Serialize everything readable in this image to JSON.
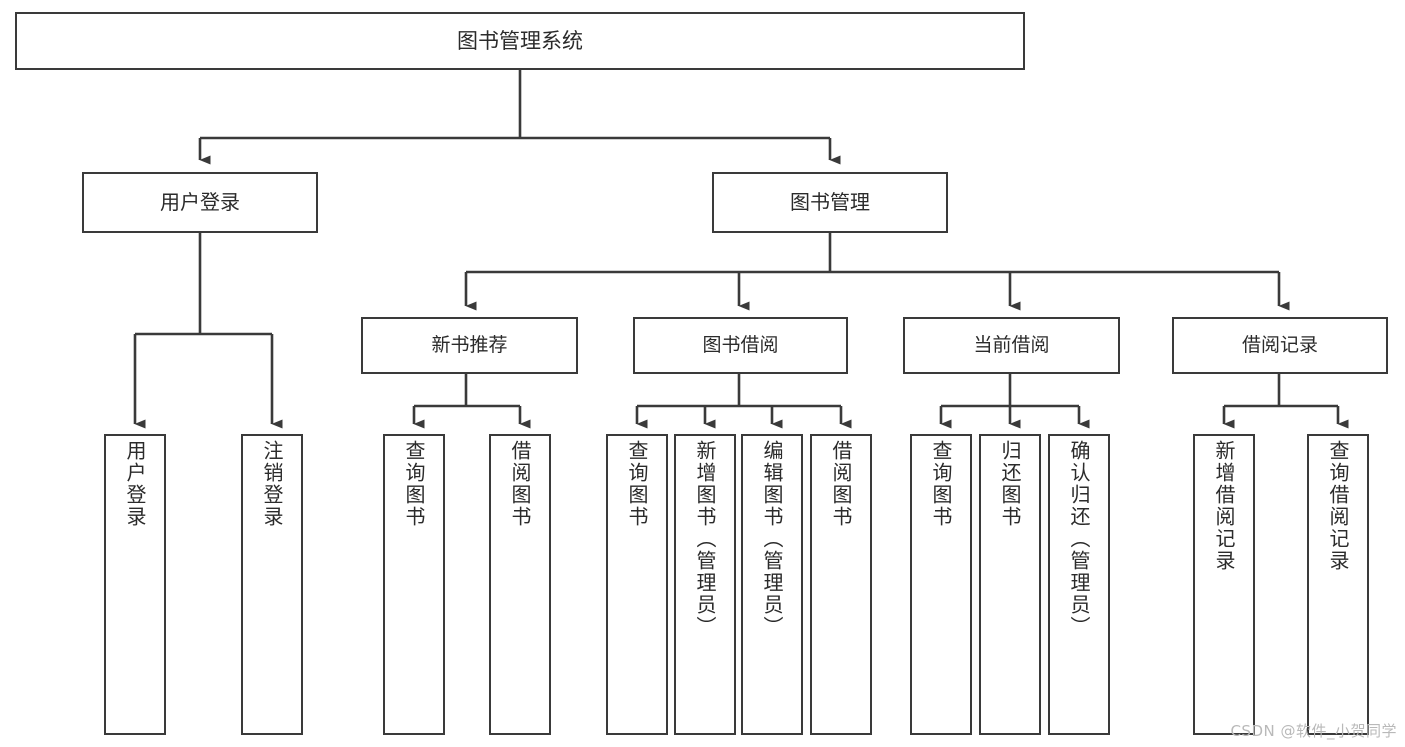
{
  "diagram": {
    "title": "图书管理系统",
    "type": "tree-hierarchy",
    "watermark": "CSDN @软件_小贺同学",
    "colors": {
      "border": "#3a3a3a",
      "text": "#2b2b2b",
      "background": "#ffffff",
      "connector": "#3a3a3a",
      "watermark": "#b9b9b9"
    },
    "root": {
      "label": "图书管理系统"
    },
    "level1": [
      {
        "label": "用户登录"
      },
      {
        "label": "图书管理"
      }
    ],
    "level2": [
      {
        "label": "新书推荐"
      },
      {
        "label": "图书借阅"
      },
      {
        "label": "当前借阅"
      },
      {
        "label": "借阅记录"
      }
    ],
    "leaves": {
      "user_login": [
        {
          "label": "用户登录"
        },
        {
          "label": "注销登录"
        }
      ],
      "new_book_recommend": [
        {
          "label": "查询图书"
        },
        {
          "label": "借阅图书"
        }
      ],
      "book_borrow": [
        {
          "label": "查询图书"
        },
        {
          "label": "新增图书（管理员）"
        },
        {
          "label": "编辑图书（管理员）"
        },
        {
          "label": "借阅图书"
        }
      ],
      "current_borrow": [
        {
          "label": "查询图书"
        },
        {
          "label": "归还图书"
        },
        {
          "label": "确认归还（管理员）"
        }
      ],
      "borrow_record": [
        {
          "label": "新增借阅记录"
        },
        {
          "label": "查询借阅记录"
        }
      ]
    }
  }
}
